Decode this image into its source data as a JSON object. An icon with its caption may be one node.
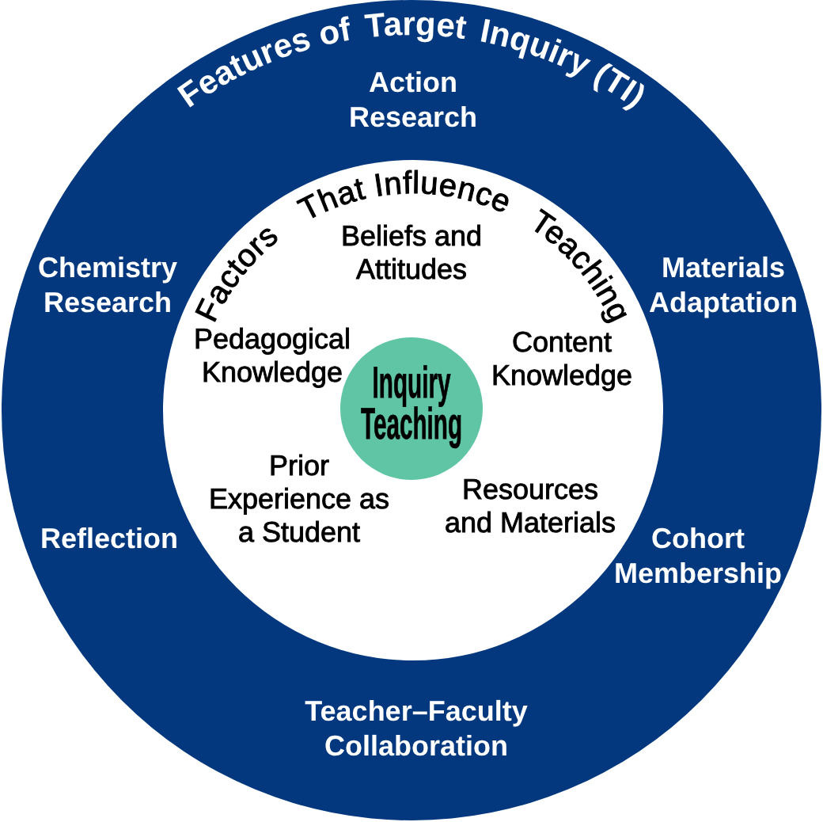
{
  "diagram": {
    "nodes": [
      {
        "text": [
          "Features of Target Inquiry (TI)",
          "Action Research",
          "Chemistry Research",
          "Materials Adaptation",
          "Reflection",
          "Cohort Membership",
          "Teacher–Faculty Collaboration"
        ]
      },
      {
        "text": [
          "Factors That Influence Teaching",
          "Beliefs and Attitudes",
          "Pedagogical Knowledge",
          "Content Knowledge",
          "Prior Experience as a Student",
          "Resources and Materials"
        ],
        "in": 0
      },
      {
        "text": [
          "Inquiry Teaching"
        ],
        "in": 1
      }
    ]
  }
}
